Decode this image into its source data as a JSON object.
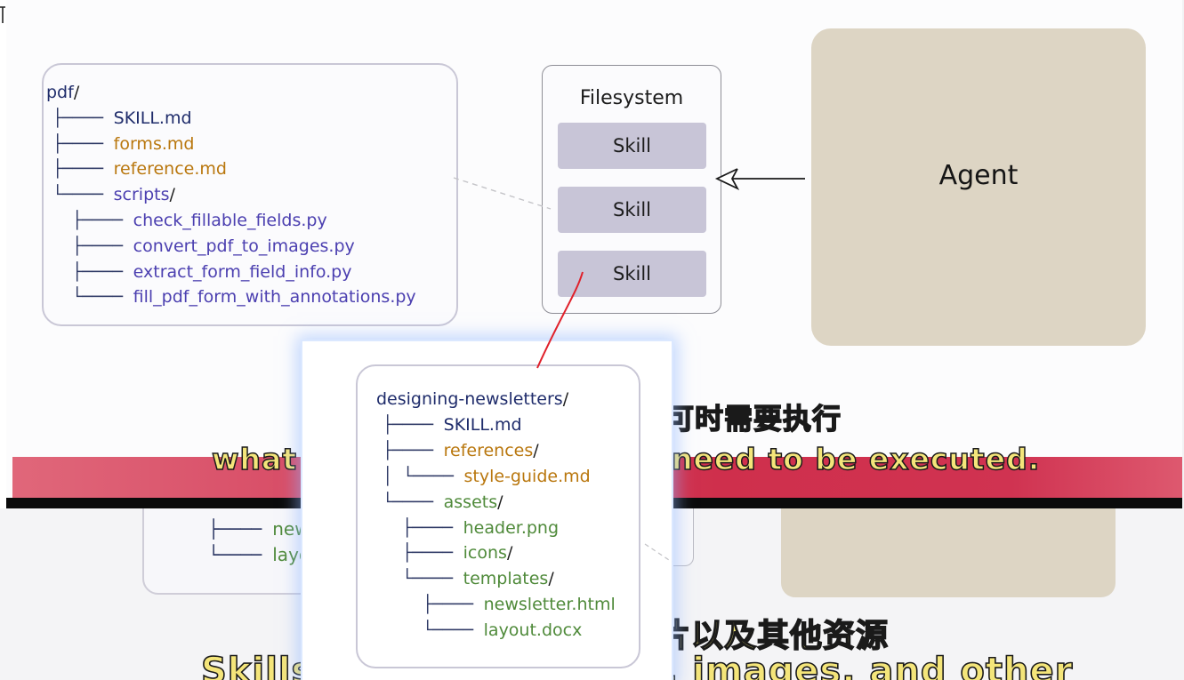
{
  "colors": {
    "navy": "#1f2c6b",
    "orange": "#b9770e",
    "purple": "#4b3fb0",
    "green": "#4f8a3a",
    "skill_chip": "#c8c5d7",
    "agent_box": "#ddd5c4",
    "subtitle_fill": "#f4e57a",
    "band_red": "#cf2f4c",
    "annotation_red": "#e0202a"
  },
  "main_slide": {
    "pdf_tree": [
      {
        "prefix": "",
        "name": "pdf",
        "suffix": "/",
        "color": "navy"
      },
      {
        "prefix": "├──── ",
        "name": "SKILL.md",
        "suffix": "",
        "color": "navy"
      },
      {
        "prefix": "├──── ",
        "name": "forms.md",
        "suffix": "",
        "color": "orange"
      },
      {
        "prefix": "├──── ",
        "name": "reference.md",
        "suffix": "",
        "color": "orange"
      },
      {
        "prefix": "└──── ",
        "name": "scripts",
        "suffix": "/",
        "color": "purple"
      },
      {
        "prefix": "├──── ",
        "name": "check_fillable_fields.py",
        "suffix": "",
        "color": "purple"
      },
      {
        "prefix": "├──── ",
        "name": "convert_pdf_to_images.py",
        "suffix": "",
        "color": "purple"
      },
      {
        "prefix": "├──── ",
        "name": "extract_form_field_info.py",
        "suffix": "",
        "color": "purple"
      },
      {
        "prefix": "└──── ",
        "name": "fill_pdf_form_with_annotations.py",
        "suffix": "",
        "color": "purple"
      }
    ],
    "filesystem": {
      "title": "Filesystem",
      "skills": [
        "Skill",
        "Skill",
        "Skill"
      ]
    },
    "agent": {
      "label": "Agent"
    },
    "subtitle_cn_visible": "可时需要执行",
    "subtitle_en_left": "what",
    "subtitle_en_right": "y need to be executed."
  },
  "background_slide": {
    "tree_fragments": [
      {
        "prefix": "├──── ",
        "name": "new",
        "color": "green"
      },
      {
        "prefix": "└──── ",
        "name": "layo",
        "color": "green"
      }
    ],
    "subtitle_cn_visible": "片以及其他资源",
    "subtitle_en_left": "Skills",
    "subtitle_en_right": "s, images, and other"
  },
  "popup": {
    "newsletter_tree": [
      {
        "prefix": "",
        "name": "designing-newsletters",
        "suffix": "/",
        "color": "navy"
      },
      {
        "prefix": "├──── ",
        "name": "SKILL.md",
        "suffix": "",
        "color": "navy"
      },
      {
        "prefix": "├──── ",
        "name": "references",
        "suffix": "/",
        "color": "orange"
      },
      {
        "prefix": "│   └──── ",
        "name": "style-guide.md",
        "suffix": "",
        "color": "orange"
      },
      {
        "prefix": "└──── ",
        "name": "assets",
        "suffix": "/",
        "color": "green"
      },
      {
        "prefix": "├──── ",
        "name": "header.png",
        "suffix": "",
        "color": "green"
      },
      {
        "prefix": "├──── ",
        "name": "icons",
        "suffix": "/",
        "color": "green"
      },
      {
        "prefix": "└──── ",
        "name": "templates",
        "suffix": "/",
        "color": "green"
      },
      {
        "prefix": "├──── ",
        "name": "newsletter.html",
        "suffix": "",
        "color": "green"
      },
      {
        "prefix": "└──── ",
        "name": "layout.docx",
        "suffix": "",
        "color": "green"
      }
    ]
  }
}
